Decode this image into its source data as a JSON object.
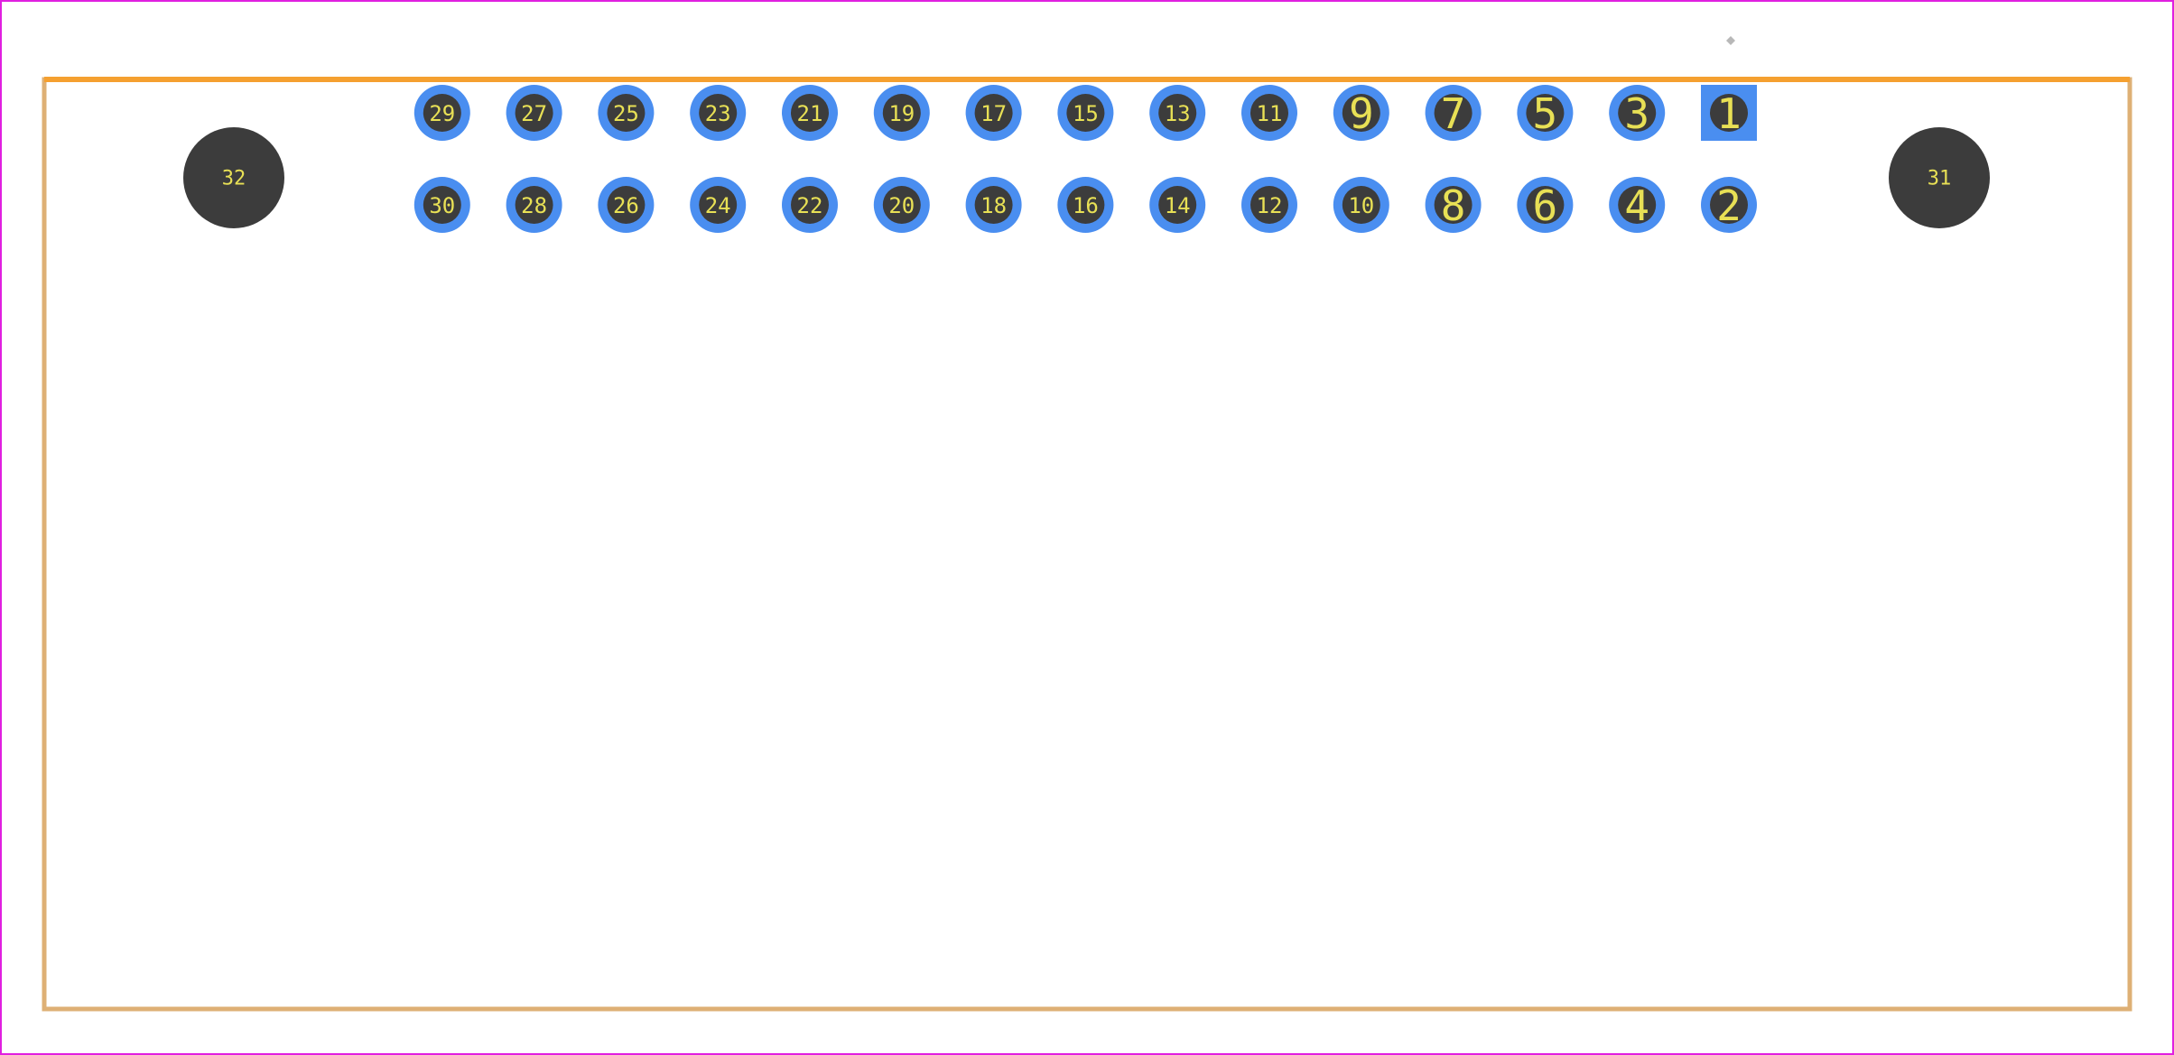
{
  "footprint": {
    "colors": {
      "frame": "#e020e0",
      "outline_top": "#f5a030",
      "outline": "#deb075",
      "pad_copper": "#4a8ef0",
      "pad_hole": "#3c3c3c",
      "mount_hole": "#3c3c3c",
      "label": "#e8e055",
      "origin_marker": "#b8b8b8"
    },
    "pads": [
      {
        "id": "1",
        "label": "1",
        "shape": "square"
      },
      {
        "id": "2",
        "label": "2",
        "shape": "round"
      },
      {
        "id": "3",
        "label": "3",
        "shape": "round"
      },
      {
        "id": "4",
        "label": "4",
        "shape": "round"
      },
      {
        "id": "5",
        "label": "5",
        "shape": "round"
      },
      {
        "id": "6",
        "label": "6",
        "shape": "round"
      },
      {
        "id": "7",
        "label": "7",
        "shape": "round"
      },
      {
        "id": "8",
        "label": "8",
        "shape": "round"
      },
      {
        "id": "9",
        "label": "9",
        "shape": "round"
      },
      {
        "id": "10",
        "label": "10",
        "shape": "round"
      },
      {
        "id": "11",
        "label": "11",
        "shape": "round"
      },
      {
        "id": "12",
        "label": "12",
        "shape": "round"
      },
      {
        "id": "13",
        "label": "13",
        "shape": "round"
      },
      {
        "id": "14",
        "label": "14",
        "shape": "round"
      },
      {
        "id": "15",
        "label": "15",
        "shape": "round"
      },
      {
        "id": "16",
        "label": "16",
        "shape": "round"
      },
      {
        "id": "17",
        "label": "17",
        "shape": "round"
      },
      {
        "id": "18",
        "label": "18",
        "shape": "round"
      },
      {
        "id": "19",
        "label": "19",
        "shape": "round"
      },
      {
        "id": "20",
        "label": "20",
        "shape": "round"
      },
      {
        "id": "21",
        "label": "21",
        "shape": "round"
      },
      {
        "id": "22",
        "label": "22",
        "shape": "round"
      },
      {
        "id": "23",
        "label": "23",
        "shape": "round"
      },
      {
        "id": "24",
        "label": "24",
        "shape": "round"
      },
      {
        "id": "25",
        "label": "25",
        "shape": "round"
      },
      {
        "id": "26",
        "label": "26",
        "shape": "round"
      },
      {
        "id": "27",
        "label": "27",
        "shape": "round"
      },
      {
        "id": "28",
        "label": "28",
        "shape": "round"
      },
      {
        "id": "29",
        "label": "29",
        "shape": "round"
      },
      {
        "id": "30",
        "label": "30",
        "shape": "round"
      }
    ],
    "mount_holes": [
      {
        "id": "31",
        "label": "31"
      },
      {
        "id": "32",
        "label": "32"
      }
    ]
  }
}
